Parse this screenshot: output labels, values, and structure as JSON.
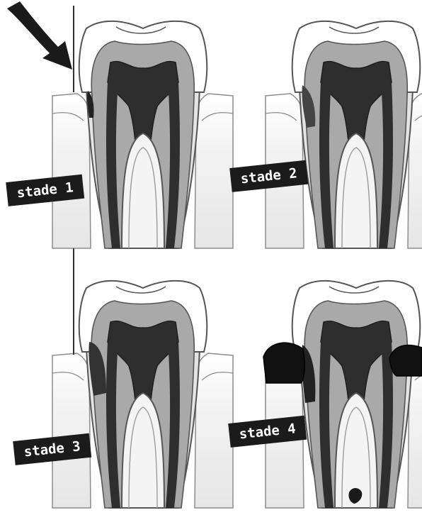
{
  "stages": [
    {
      "label": "stade 1"
    },
    {
      "label": "stade 2"
    },
    {
      "label": "stade 3"
    },
    {
      "label": "stade 4"
    }
  ],
  "colors": {
    "enamel": "#ffffff",
    "dentin": "#a9a9a9",
    "pulp": "#2e2e2e",
    "gum_fill": "#f2f2f2",
    "gum_line": "#8c8c8c",
    "outline": "#555555",
    "infection": "#111111",
    "label_bg": "#1b1b1b",
    "label_text": "#ffffff"
  }
}
